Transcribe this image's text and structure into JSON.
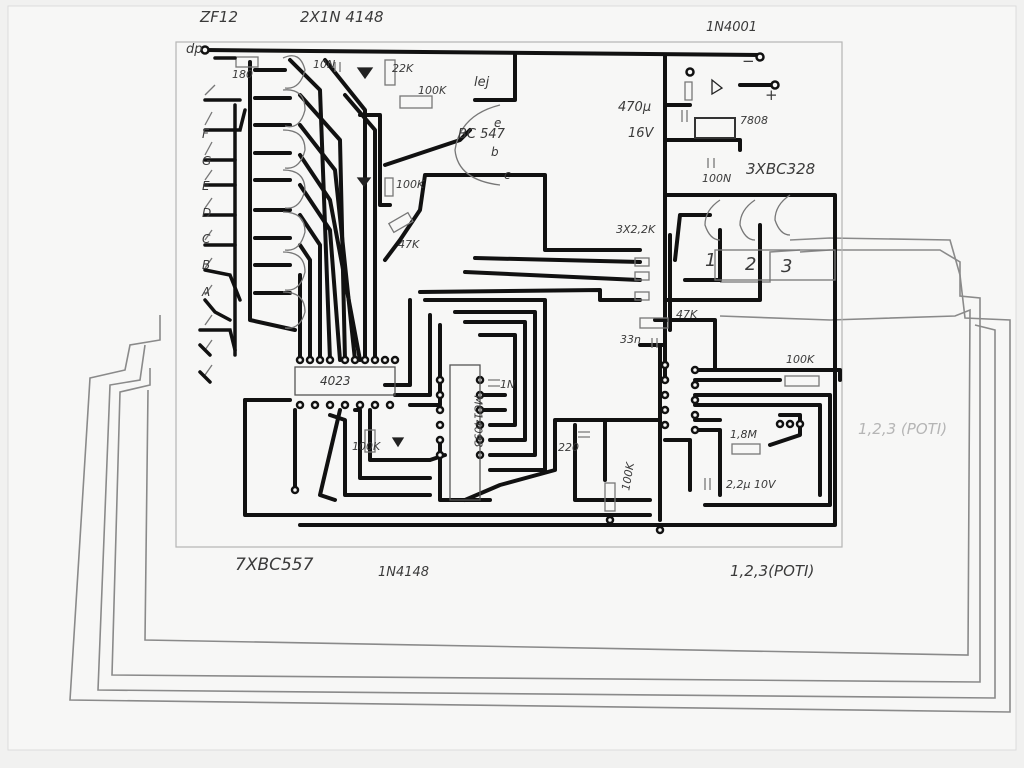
{
  "top_labels": {
    "zener": "ZF12",
    "diodes": "2X1N 4148",
    "rectifier": "1N4001"
  },
  "bottom_labels": {
    "transistors": "7XBC557",
    "diode": "1N4148",
    "poti": "1,2,3(POTI)"
  },
  "right_labels": {
    "poti_right": "1,2,3 (POTI)",
    "bc328": "3XBC328"
  },
  "components": {
    "dp": "dp",
    "r180": "180",
    "c10n": "10N",
    "r22k": "22K",
    "r100k_top": "100K",
    "led": "lej",
    "bc547": "BC 547",
    "r100k_mid": "100K",
    "r47k": "47K",
    "ic4023": "4023",
    "c470u": "470µ",
    "c470u_v": "16V",
    "reg7808": "7808",
    "c100n": "100N",
    "r32k": "3X2,2K",
    "r47k_right": "47K",
    "c33n": "33n",
    "r100k_right": "100K",
    "c1n": "1N",
    "c220": "220",
    "r100k_low": "100K",
    "r1m8": "1,8M",
    "c22u": "2,2µ 10V",
    "r100k_left": "100K",
    "ic4093": "MC14093",
    "minus": "−",
    "plus": "+"
  },
  "segments": [
    "F",
    "G",
    "E",
    "D",
    "C",
    "B",
    "A"
  ],
  "pin_labels": [
    "e",
    "b",
    "c"
  ],
  "transistor_numbers": [
    "1",
    "2",
    "3"
  ],
  "colors": {
    "trace": "#111111",
    "pencil": "#8a8a8a",
    "paper": "#f1f1f0",
    "board_edge": "#b5b5b5"
  }
}
